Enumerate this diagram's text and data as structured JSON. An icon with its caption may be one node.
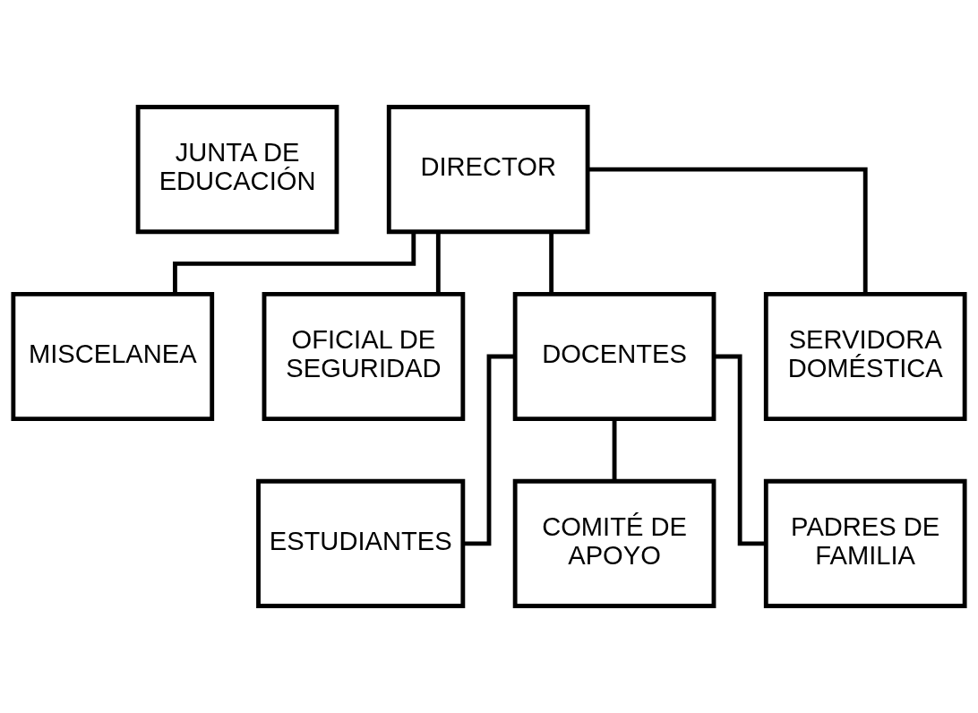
{
  "diagram": {
    "nodes": [
      {
        "text": [
          "JUNTA DE EDUCACIÓN"
        ]
      },
      {
        "text": [
          "DIRECTOR"
        ]
      },
      {
        "text": [
          "MISCELANEA"
        ]
      },
      {
        "text": [
          "OFICIAL DE SEGURIDAD"
        ]
      },
      {
        "text": [
          "DOCENTES"
        ]
      },
      {
        "text": [
          "SERVIDORA DOMÉSTICA"
        ]
      },
      {
        "text": [
          "ESTUDIANTES"
        ]
      },
      {
        "text": [
          "COMITÉ DE APOYO"
        ]
      },
      {
        "text": [
          "PADRES DE FAMILIA"
        ]
      }
    ],
    "edges": [
      {
        "from": 1,
        "to": 2,
        "arrow": "none"
      },
      {
        "from": 1,
        "to": 3,
        "arrow": "none"
      },
      {
        "from": 1,
        "to": 4,
        "arrow": "none"
      },
      {
        "from": 1,
        "to": 5,
        "arrow": "none"
      },
      {
        "from": 4,
        "to": 6,
        "arrow": "none"
      },
      {
        "from": 4,
        "to": 7,
        "arrow": "none"
      },
      {
        "from": 4,
        "to": 8,
        "arrow": "none"
      }
    ]
  }
}
